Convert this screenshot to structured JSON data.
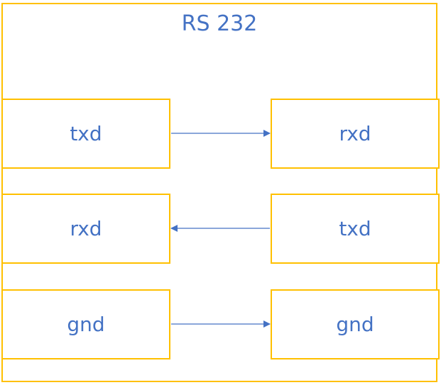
{
  "title": "RS 232",
  "colors": {
    "border": "#FFC000",
    "text": "#4472C4",
    "arrow": "#4472C4"
  },
  "rows": [
    {
      "left": "txd",
      "right": "rxd",
      "direction": "left-to-right"
    },
    {
      "left": "rxd",
      "right": "txd",
      "direction": "right-to-left"
    },
    {
      "left": "gnd",
      "right": "gnd",
      "direction": "left-to-right"
    }
  ]
}
